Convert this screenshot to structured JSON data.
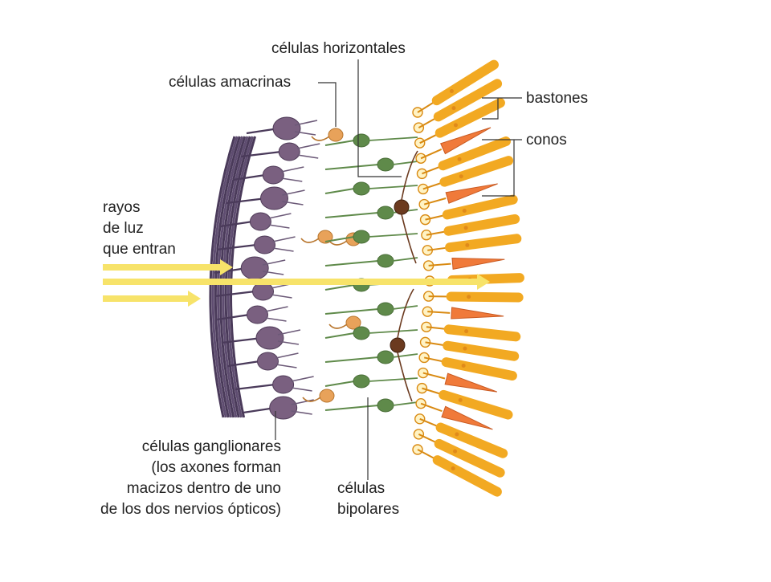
{
  "labels": {
    "horizontales": "células horizontales",
    "amacrinas": "células amacrinas",
    "bastones": "bastones",
    "conos": "conos",
    "rayos": [
      "rayos",
      "de luz",
      "que entran"
    ],
    "ganglionares": [
      "células ganglionares",
      "(los axones forman",
      "macizos dentro de uno",
      "de los dos nervios ópticos)"
    ],
    "bipolares": [
      "células",
      "bipolares"
    ]
  },
  "colors": {
    "rod": "#f2a922",
    "rod_dark": "#d98a12",
    "cone": "#f07a3a",
    "bipolar": "#5f8a4a",
    "ganglion": "#7a6080",
    "fiber": "#4a3a5a",
    "amacrine": "#e8a25a",
    "light": "#f7e36a",
    "horizontal": "#6b3a1f"
  },
  "photoreceptors": [
    "rod",
    "rod",
    "rod",
    "cone",
    "rod",
    "rod",
    "cone",
    "rod",
    "rod",
    "rod",
    "cone",
    "rod",
    "rod",
    "cone",
    "rod",
    "rod",
    "rod",
    "cone",
    "rod",
    "cone",
    "rod",
    "rod",
    "rod"
  ]
}
